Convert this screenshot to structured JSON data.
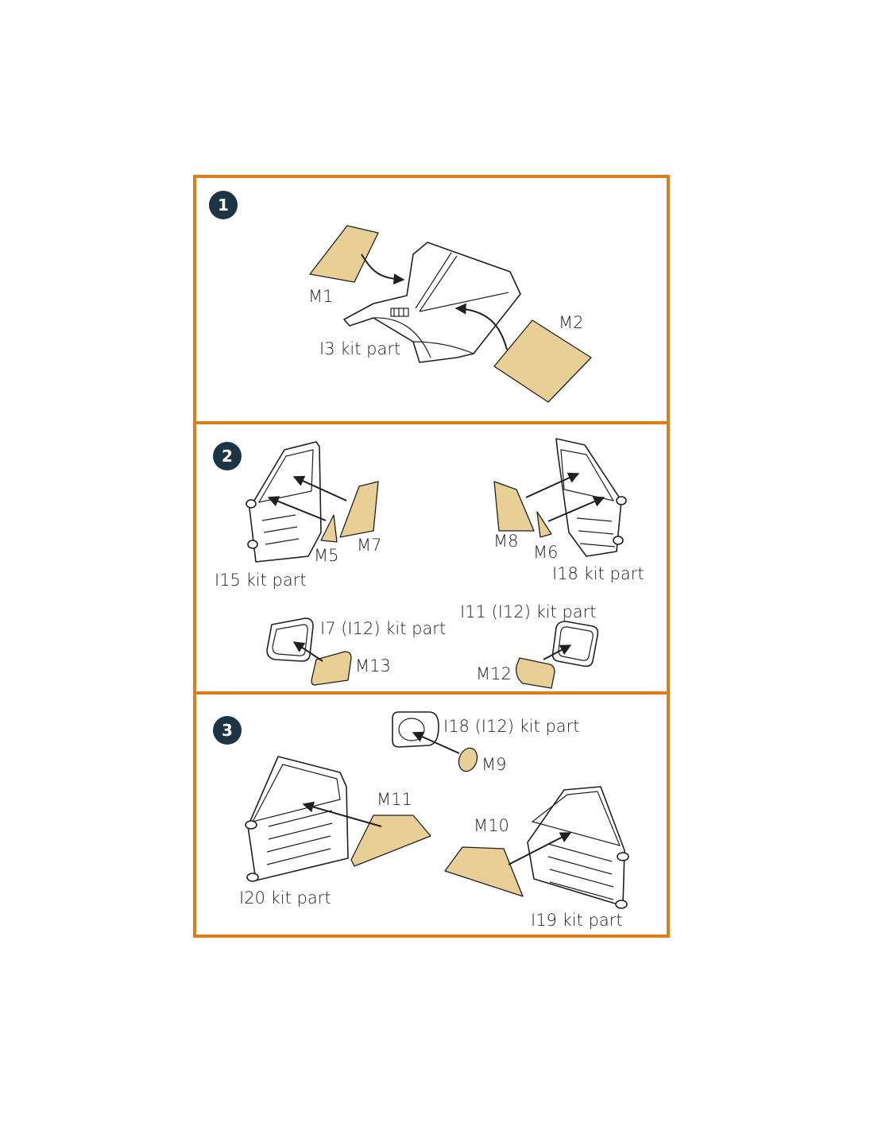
{
  "colors": {
    "frame": "#e07b1a",
    "badge": "#1c3544",
    "mask": "#e8cf96",
    "line": "#231f20"
  },
  "steps": [
    {
      "number": "1",
      "labels": {
        "m1": "M1",
        "m2": "M2",
        "kit": "I3 kit part"
      }
    },
    {
      "number": "2",
      "labels": {
        "m5": "M5",
        "m7": "M7",
        "kit_left": "I15 kit part",
        "m8": "M8",
        "m6": "M6",
        "kit_right": "I18 kit part",
        "kit_mirror_left": "I7 (I12) kit part",
        "m13": "M13",
        "kit_mirror_right": "I11 (I12) kit part",
        "m12": "M12"
      }
    },
    {
      "number": "3",
      "labels": {
        "kit_round": "I18 (I12) kit part",
        "m9": "M9",
        "m11": "M11",
        "kit_left": "I20 kit part",
        "m10": "M10",
        "kit_right": "I19 kit part"
      }
    }
  ]
}
